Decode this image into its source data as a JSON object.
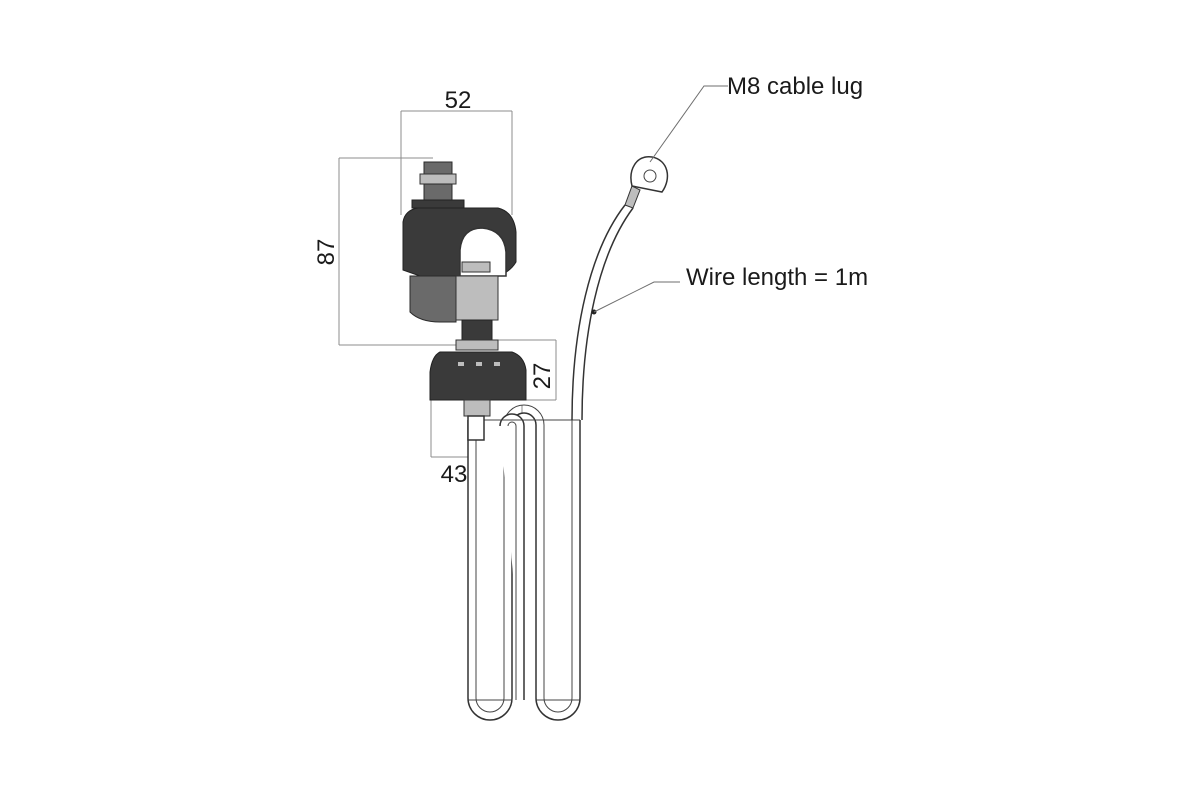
{
  "dimensions": {
    "width_label": "52",
    "height_label": "87",
    "base_height_label": "27",
    "base_width_label": "43"
  },
  "callouts": {
    "cable_lug": "M8 cable lug",
    "wire_length": "Wire length = 1m"
  },
  "colors": {
    "line": "#333333",
    "dimension": "#8c8c8c",
    "text": "#1a1a1a"
  }
}
